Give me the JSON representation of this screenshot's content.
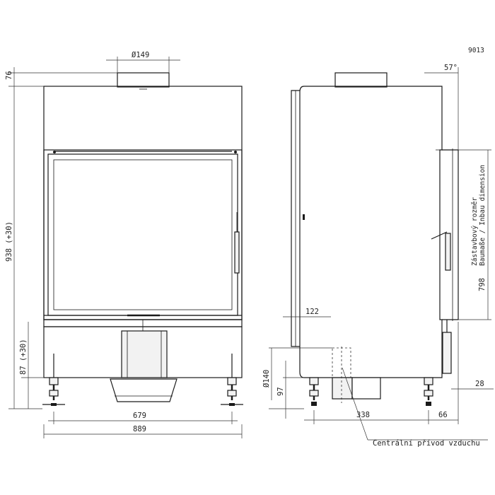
{
  "corner_code": "9013",
  "dimensions": {
    "chimney_diameter": "Ø149",
    "top_offset": "76",
    "total_height": "938 (+30)",
    "lower_height": "87 (+30)",
    "inner_width": "679",
    "outer_width": "889",
    "door_angle": "57°",
    "side_inset": "122",
    "air_diameter": "Ø140",
    "air_height": "97",
    "side_width": "338",
    "rear_offset": "66",
    "leg_inset": "28",
    "insert_height": "798"
  },
  "labels": {
    "installation_size_cz": "Zástavbový rozměr",
    "installation_size_de": "Baumaße / Inbau dimension",
    "air_supply": "Centrální přívod vzduchu"
  }
}
